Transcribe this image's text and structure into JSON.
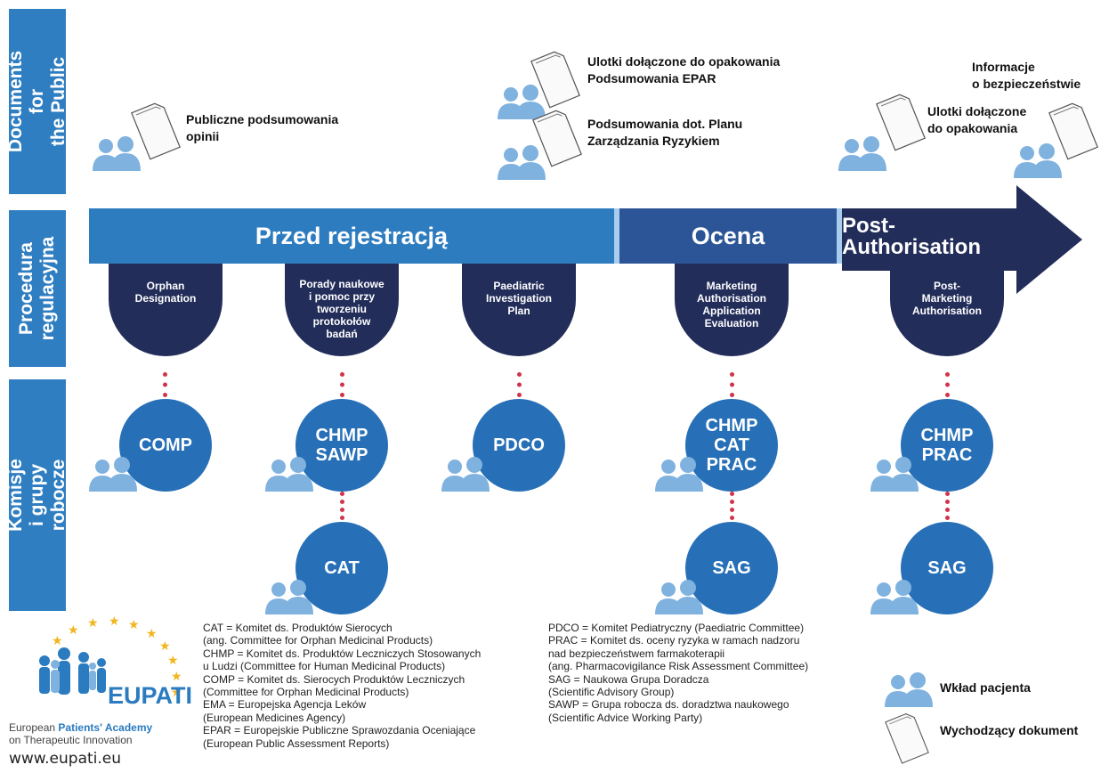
{
  "sidebar": {
    "top": "Documents for\nthe Public",
    "middle": "Procedura\nregulacyjna",
    "bottom": "Komisje\ni grupy robocze"
  },
  "public_docs": [
    {
      "text": "Publiczne podsumowania\nopinii"
    },
    {
      "text": "Ulotki dołączone do opakowania\nPodsumowania EPAR"
    },
    {
      "text": "Podsumowania dot. Planu\nZarządzania Ryzykiem"
    },
    {
      "text": "Ulotki dołączone\ndo opakowania"
    },
    {
      "text": "Informacje\no bezpieczeństwie"
    }
  ],
  "phases": {
    "pre": "Przed rejestracją",
    "eval": "Ocena",
    "post": "Post-\nAuthorisation"
  },
  "procedures": [
    {
      "label": "Orphan\nDesignation"
    },
    {
      "label": "Porady naukowe\ni pomoc przy\ntworzeniu\nprotokołów\nbadań"
    },
    {
      "label": "Paediatric\nInvestigation\nPlan"
    },
    {
      "label": "Marketing\nAuthorisation\nApplication\nEvaluation"
    },
    {
      "label": "Post-\nMarketing\nAuthorisation"
    }
  ],
  "committees": [
    {
      "label": "COMP"
    },
    {
      "label": "CHMP\nSAWP"
    },
    {
      "label": "PDCO"
    },
    {
      "label": "CHMP\nCAT\nPRAC"
    },
    {
      "label": "CHMP\nPRAC"
    },
    {
      "label": "CAT"
    },
    {
      "label": "SAG"
    },
    {
      "label": "SAG"
    }
  ],
  "legend": {
    "left": "CAT = Komitet ds. Produktów Sierocych\n(ang. Committee for Orphan Medicinal Products)\nCHMP = Komitet ds. Produktów Leczniczych Stosowanych\nu Ludzi (Committee for Human Medicinal Products)\nCOMP = Komitet ds. Sierocych Produktów Leczniczych\n(Committee for Orphan Medicinal Products)\nEMA = Europejska Agencja Leków\n(European Medicines Agency)\nEPAR = Europejskie Publiczne Sprawozdania Oceniające\n(European Public Assessment Reports)",
    "right": "PDCO = Komitet Pediatryczny (Paediatric Committee)\nPRAC = Komitet ds. oceny ryzyka w ramach nadzoru\nnad bezpieczeństwem farmakoterapii\n(ang. Pharmacovigilance Risk Assessment Committee)\nSAG = Naukowa Grupa Doradcza\n(Scientific Advisory Group)\nSAWP = Grupa robocza ds. doradztwa naukowego\n(Scientific Advice Working Party)",
    "patient_input": "Wkład pacjenta",
    "output_document": "Wychodzący dokument"
  },
  "logo": {
    "name": "EUPATI",
    "line1": "European ",
    "line1_highlight": "Patients' Academy",
    "line2": "on Therapeutic Innovation",
    "url": "www.eupati.eu"
  },
  "colors": {
    "tab_blue": "#2f7ec1",
    "band_blue": "#2d7cc0",
    "band_mid": "#2b5597",
    "band_dark": "#222d5a",
    "circle_blue": "#2770b7",
    "people_blue": "#7fb2df",
    "link_red": "#d2334b",
    "star_gold": "#f2b51d"
  }
}
